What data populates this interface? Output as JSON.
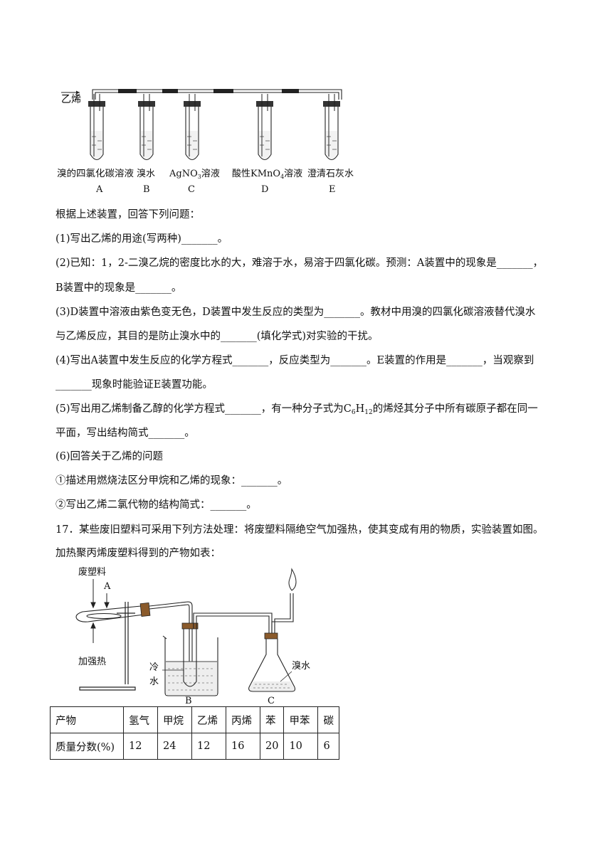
{
  "figure1": {
    "inlet_label": "乙烯",
    "tubes": [
      {
        "reagent": "溴的四氯化碳溶液",
        "letter": "A"
      },
      {
        "reagent": "溴水",
        "letter": "B"
      },
      {
        "reagent_prefix": "AgNO",
        "reagent_sub": "3",
        "reagent_suffix": "溶液",
        "letter": "C"
      },
      {
        "reagent_prefix": "酸性KMnO",
        "reagent_sub": "4",
        "reagent_suffix": "溶液",
        "letter": "D"
      },
      {
        "reagent": "澄清石灰水",
        "letter": "E"
      }
    ]
  },
  "text": {
    "intro": "根据上述装置，回答下列问题：",
    "q1": "(1)写出乙烯的用途(写两种)_______。",
    "q2_l1": "(2)已知：1，2-二溴乙烷的密度比水的大，难溶于水，易溶于四氯化碳。预测：A装置中的现象是_______，",
    "q2_l2": "B装置中的现象是_______。",
    "q3_l1": "(3)D装置中溶液由紫色变无色，D装置中发生反应的类型为_______。教材中用溴的四氯化碳溶液替代溴水",
    "q3_l2": "与乙烯反应，其目的是防止溴水中的_______(填化学式)对实验的干扰。",
    "q4_l1": "(4)写出A装置中发生反应的化学方程式_______，反应类型为_______。E装置的作用是_______，当观察到",
    "q4_l2": "_______现象时能验证E装置功能。",
    "q5_l1_a": "(5)写出用乙烯制备乙醇的化学方程式_______，有一种分子式为C",
    "q5_l1_sub1": "6",
    "q5_l1_b": "H",
    "q5_l1_sub2": "12",
    "q5_l1_c": "的烯烃其分子中所有碳原子都在同一",
    "q5_l2": "平面，写出结构简式_______。",
    "q6": "(6)回答关于乙烯的问题",
    "q6_1": "①描述用燃烧法区分甲烷和乙烯的现象：_______。",
    "q6_2": "②写出乙烯二氯代物的结构简式：_______。",
    "q17_l1": "17．某些废旧塑料可采用下列方法处理：将废塑料隔绝空气加强热，使其变成有用的物质，实验装置如图。",
    "q17_l2": "加热聚丙烯废塑料得到的产物如表："
  },
  "figure2": {
    "label_waste": "废塑料",
    "label_A": "A",
    "label_heat": "加强热",
    "label_cold": "冷",
    "label_water": "水",
    "label_bromine": "溴水",
    "label_B": "B",
    "label_C": "C"
  },
  "table": {
    "header": [
      "产物",
      "氢气",
      "甲烷",
      "乙烯",
      "丙烯",
      "苯",
      "甲苯",
      "碳"
    ],
    "row": [
      "质量分数(%)",
      "12",
      "24",
      "12",
      "16",
      "20",
      "10",
      "6"
    ]
  }
}
